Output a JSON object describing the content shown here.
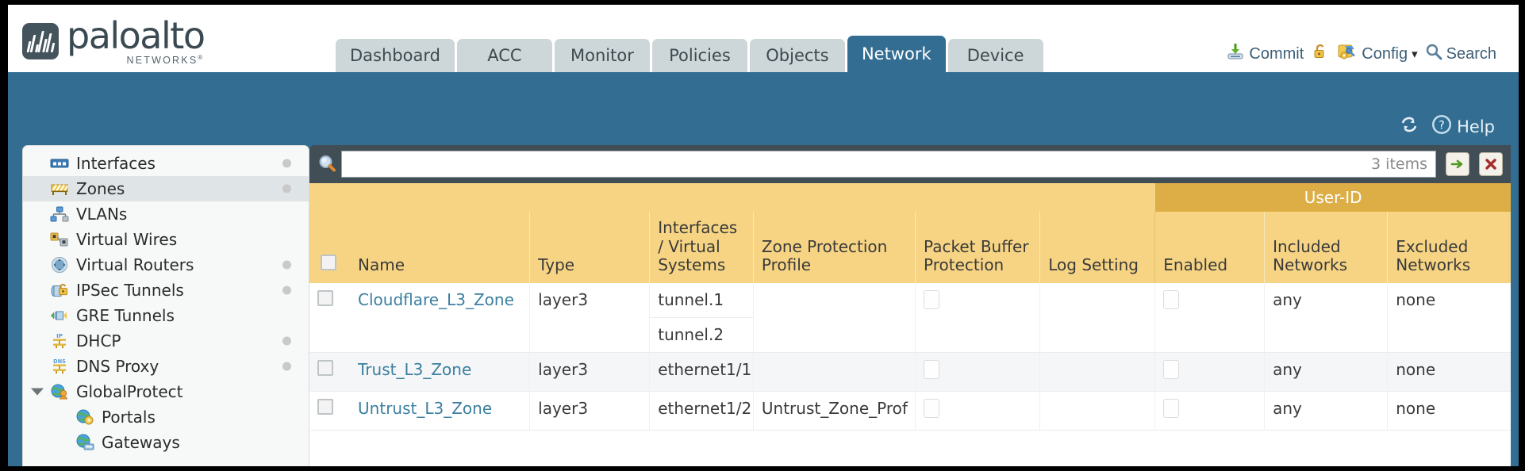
{
  "brand": {
    "name": "paloalto",
    "tagline": "NETWORKS",
    "registered": "®"
  },
  "nav": {
    "tabs": [
      {
        "label": "Dashboard",
        "active": false
      },
      {
        "label": "ACC",
        "active": false
      },
      {
        "label": "Monitor",
        "active": false
      },
      {
        "label": "Policies",
        "active": false
      },
      {
        "label": "Objects",
        "active": false
      },
      {
        "label": "Network",
        "active": true
      },
      {
        "label": "Device",
        "active": false
      }
    ]
  },
  "top_actions": {
    "commit": "Commit",
    "lock_icon": "padlock-icon",
    "config": "Config",
    "config_caret": "▾",
    "search": "Search"
  },
  "blue_bar": {
    "refresh_icon": "refresh-icon",
    "help": "Help"
  },
  "sidebar": {
    "items": [
      {
        "label": "Interfaces",
        "icon": "interfaces-icon",
        "selected": false,
        "dot": true,
        "child": false,
        "caret": false
      },
      {
        "label": "Zones",
        "icon": "zones-icon",
        "selected": true,
        "dot": true,
        "child": false,
        "caret": false
      },
      {
        "label": "VLANs",
        "icon": "vlans-icon",
        "selected": false,
        "dot": false,
        "child": false,
        "caret": false
      },
      {
        "label": "Virtual Wires",
        "icon": "virtual-wires-icon",
        "selected": false,
        "dot": false,
        "child": false,
        "caret": false
      },
      {
        "label": "Virtual Routers",
        "icon": "virtual-routers-icon",
        "selected": false,
        "dot": true,
        "child": false,
        "caret": false
      },
      {
        "label": "IPSec Tunnels",
        "icon": "ipsec-tunnels-icon",
        "selected": false,
        "dot": true,
        "child": false,
        "caret": false
      },
      {
        "label": "GRE Tunnels",
        "icon": "gre-tunnels-icon",
        "selected": false,
        "dot": false,
        "child": false,
        "caret": false
      },
      {
        "label": "DHCP",
        "icon": "dhcp-icon",
        "selected": false,
        "dot": true,
        "child": false,
        "caret": false
      },
      {
        "label": "DNS Proxy",
        "icon": "dns-proxy-icon",
        "selected": false,
        "dot": true,
        "child": false,
        "caret": false
      },
      {
        "label": "GlobalProtect",
        "icon": "globalprotect-icon",
        "selected": false,
        "dot": false,
        "child": false,
        "caret": true
      },
      {
        "label": "Portals",
        "icon": "portals-icon",
        "selected": false,
        "dot": false,
        "child": true,
        "caret": false
      },
      {
        "label": "Gateways",
        "icon": "gateways-icon",
        "selected": false,
        "dot": false,
        "child": true,
        "caret": false
      }
    ]
  },
  "toolbar": {
    "search_icon": "magnifier-icon",
    "search_value": "",
    "search_placeholder": "",
    "item_count": "3 items",
    "apply_icon": "green-arrow-icon",
    "clear_icon": "red-x-icon"
  },
  "table": {
    "group_header": {
      "label": "User-ID",
      "span": 3
    },
    "columns": [
      {
        "key": "check",
        "label": ""
      },
      {
        "key": "name",
        "label": "Name"
      },
      {
        "key": "type",
        "label": "Type"
      },
      {
        "key": "interfaces",
        "label": "Interfaces / Virtual Systems"
      },
      {
        "key": "zone_protection",
        "label": "Zone Protection Profile"
      },
      {
        "key": "packet_buffer",
        "label": "Packet Buffer Protection"
      },
      {
        "key": "log_setting",
        "label": "Log Setting"
      },
      {
        "key": "enabled",
        "label": "Enabled"
      },
      {
        "key": "included",
        "label": "Included Networks"
      },
      {
        "key": "excluded",
        "label": "Excluded Networks"
      }
    ],
    "rows": [
      {
        "checked": false,
        "name": "Cloudflare_L3_Zone",
        "type": "layer3",
        "interfaces": [
          "tunnel.1",
          "tunnel.2"
        ],
        "zone_protection": "",
        "packet_buffer_checked": false,
        "log_setting": "",
        "enabled_checked": false,
        "included": "any",
        "excluded": "none"
      },
      {
        "checked": false,
        "name": "Trust_L3_Zone",
        "type": "layer3",
        "interfaces": [
          "ethernet1/1"
        ],
        "zone_protection": "",
        "packet_buffer_checked": false,
        "log_setting": "",
        "enabled_checked": false,
        "included": "any",
        "excluded": "none"
      },
      {
        "checked": false,
        "name": "Untrust_L3_Zone",
        "type": "layer3",
        "interfaces": [
          "ethernet1/2"
        ],
        "zone_protection": "Untrust_Zone_Prof",
        "packet_buffer_checked": false,
        "log_setting": "",
        "enabled_checked": false,
        "included": "any",
        "excluded": "none"
      }
    ]
  },
  "colors": {
    "brand_blue": "#336d91",
    "header_amber": "#f6d484",
    "group_amber": "#ddad46",
    "link_blue": "#3b7fa0",
    "panel_dark": "#424e56"
  }
}
